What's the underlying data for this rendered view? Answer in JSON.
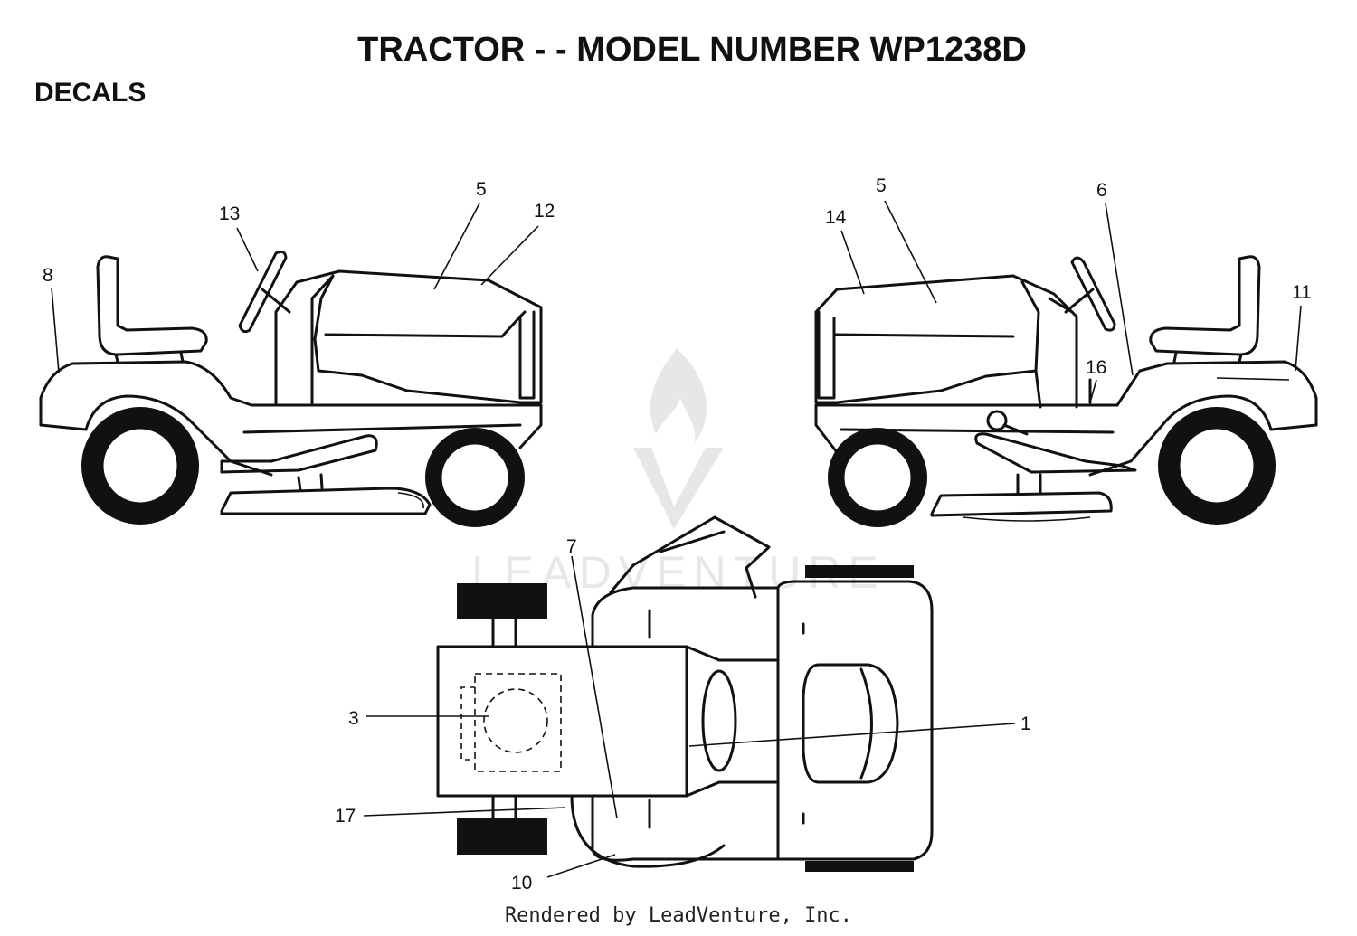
{
  "header": {
    "title": "TRACTOR - - MODEL NUMBER WP1238D",
    "section": "DECALS"
  },
  "watermark": {
    "text": "LEADVENTURE"
  },
  "callouts": {
    "c13": "13",
    "c5a": "5",
    "c12": "12",
    "c8": "8",
    "c14": "14",
    "c5b": "5",
    "c6": "6",
    "c11": "11",
    "c16": "16",
    "c7": "7",
    "c3": "3",
    "c1": "1",
    "c17": "17",
    "c10": "10"
  },
  "footer": {
    "credit": "Rendered by LeadVenture, Inc."
  }
}
